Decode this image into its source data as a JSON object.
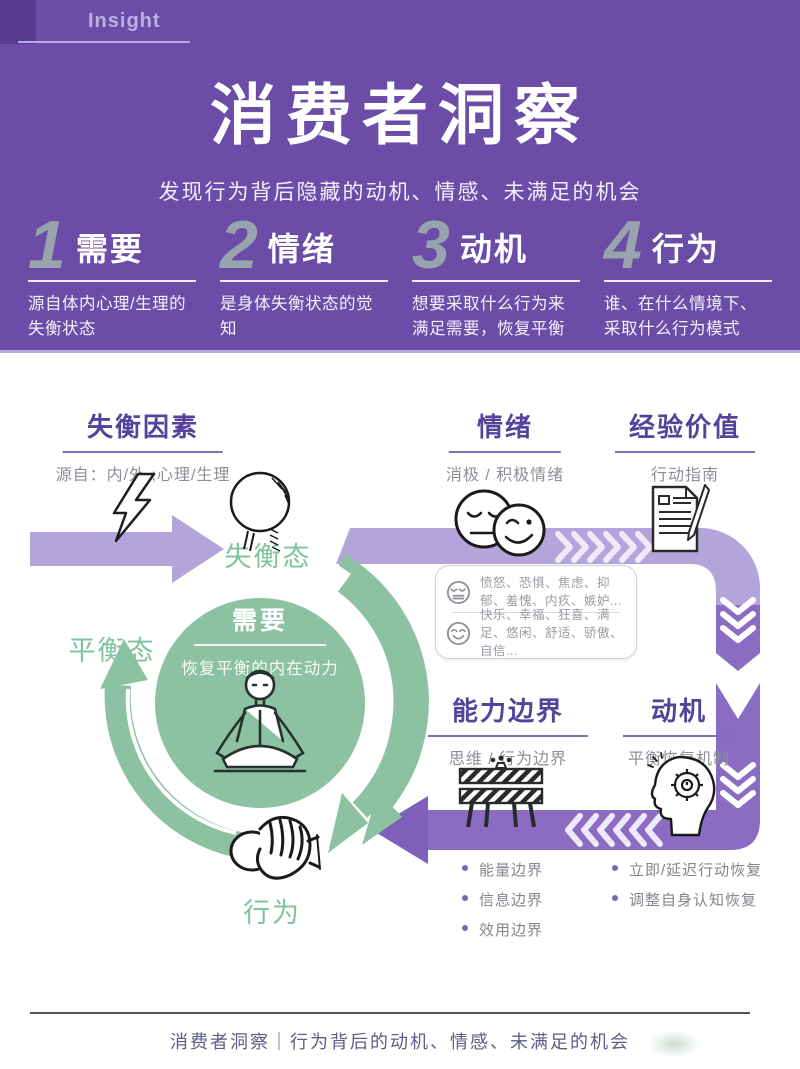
{
  "header": {
    "brand": "Insight",
    "title": "消费者洞察",
    "subtitle": "发现行为背后隐藏的动机、情感、未满足的机会",
    "steps": [
      {
        "num": "1",
        "label": "需要",
        "desc": "源自体内心理/生理的失衡状态"
      },
      {
        "num": "2",
        "label": "情绪",
        "desc": "是身体失衡状态的觉知"
      },
      {
        "num": "3",
        "label": "动机",
        "desc": "想要采取什么行为来满足需要，恢复平衡"
      },
      {
        "num": "4",
        "label": "行为",
        "desc": "谁、在什么情境下、采取什么行为模式"
      }
    ]
  },
  "diagram": {
    "imbalance_factors": {
      "title": "失衡因素",
      "subtitle": "源自：内/外 ;心理/生理"
    },
    "emotion": {
      "title": "情绪",
      "subtitle": "消极 / 积极情绪"
    },
    "experience_value": {
      "title": "经验价值",
      "subtitle": "行动指南"
    },
    "states": {
      "imbalance": "失衡态",
      "balance": "平衡态",
      "behavior": "行为"
    },
    "need": {
      "title": "需要",
      "subtitle": "恢复平衡的内在动力"
    },
    "capability": {
      "title": "能力边界",
      "subtitle": "思维 / 行为边界",
      "items": [
        "能量边界",
        "信息边界",
        "效用边界"
      ]
    },
    "motivation": {
      "title": "动机",
      "subtitle": "平衡恢复机制",
      "items": [
        "立即/延迟行动恢复",
        "调整自身认知恢复"
      ]
    },
    "emotions_box": {
      "negative": "愤怒、恐惧、焦虑、抑郁、羞愧、内疚、嫉妒...",
      "positive": "快乐、幸福、狂喜、满足、悠闲、舒适、骄傲、自信..."
    }
  },
  "footer": {
    "text": "消费者洞察｜行为背后的动机、情感、未满足的机会"
  },
  "colors": {
    "header_bg": "#6b4da8",
    "accent_purple": "#55439b",
    "band_light": "#b3a5da",
    "band_dark": "#8a6cc2",
    "band_darker": "#7e5fba",
    "green_fill": "#8cc2a2",
    "green_text": "#7fc39c",
    "gray_text": "#8b8b95",
    "number_gray": "#98a3ae"
  }
}
